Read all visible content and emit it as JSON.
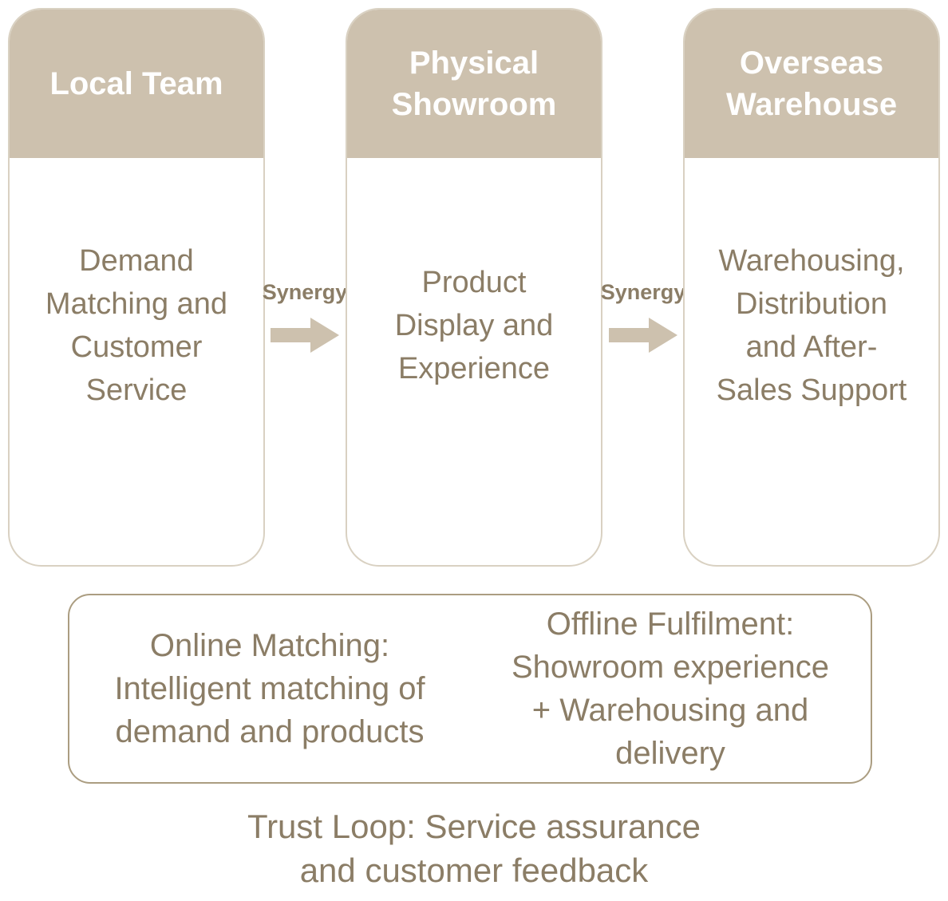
{
  "colors": {
    "header_bg": "#cdc1ae",
    "card_border": "#d9d1c2",
    "header_text": "#ffffff",
    "body_text": "#8b7d66",
    "arrow_fill": "#cdc1ae",
    "loop_border": "#ab9d81"
  },
  "cards": [
    {
      "title": "Local Team",
      "body": "Demand\nMatching and\nCustomer\nService"
    },
    {
      "title": "Physical\nShowroom",
      "body": "Product\nDisplay and\nExperience"
    },
    {
      "title": "Overseas\nWarehouse",
      "body": "Warehousing,\nDistribution\nand After-\nSales Support"
    }
  ],
  "connectors": [
    {
      "label": "Synergy"
    },
    {
      "label": "Synergy"
    }
  ],
  "bottom_box": {
    "online": "Online Matching:\nIntelligent matching of\ndemand and products",
    "offline": "Offline Fulfilment:\nShowroom experience\n+ Warehousing and\ndelivery"
  },
  "footer": "Trust Loop: Service assurance\nand customer feedback"
}
